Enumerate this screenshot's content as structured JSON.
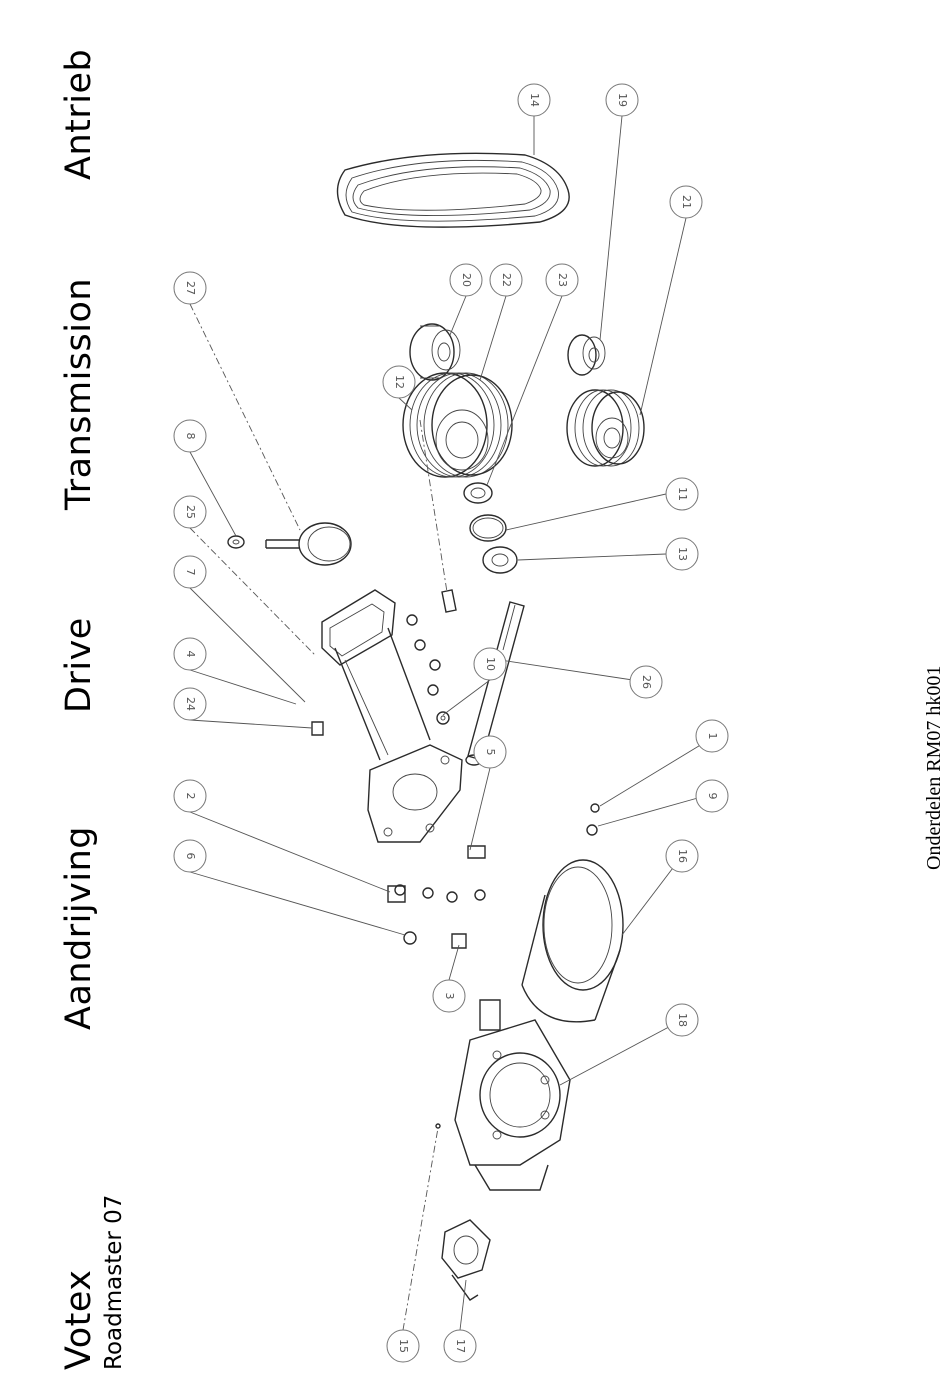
{
  "header": {
    "brand": "Votex",
    "model": "Roadmaster 07",
    "titles": [
      "Aandrijving",
      "Drive",
      "Transmission",
      "Antrieb"
    ]
  },
  "footer": {
    "code": "Onderdelen RM07 hk001"
  },
  "balloons": [
    "1",
    "2",
    "3",
    "4",
    "5",
    "6",
    "7",
    "8",
    "9",
    "10",
    "11",
    "12",
    "13",
    "14",
    "15",
    "16",
    "17",
    "18",
    "19",
    "20",
    "21",
    "22",
    "23",
    "24",
    "25",
    "26",
    "27"
  ]
}
